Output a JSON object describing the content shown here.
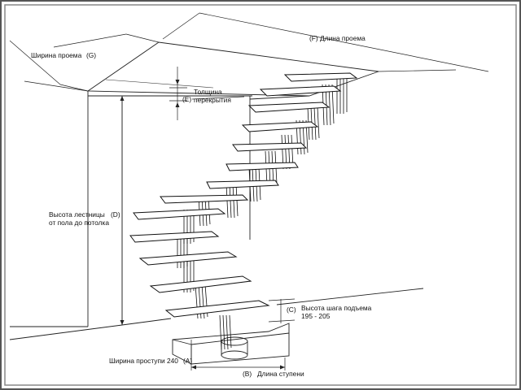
{
  "labels": {
    "opening_width": "Ширина проема",
    "opening_width_code": "(G)",
    "opening_length": "(F) Длина проема",
    "slab_thickness_code": "(E)",
    "slab_thickness_line1": "Толщина",
    "slab_thickness_line2": "перекрытия",
    "stair_height_line1": "Высота лестницы",
    "stair_height_code": "(D)",
    "stair_height_line2": "от пола до потолка",
    "rise_code": "(C)",
    "rise_line1": "Высота шага подъема",
    "rise_line2": "195 - 205",
    "span_width": "Ширина проступи 240",
    "span_width_code": "(A)",
    "tread_length_code": "(B)",
    "tread_length": "Длина ступени"
  }
}
